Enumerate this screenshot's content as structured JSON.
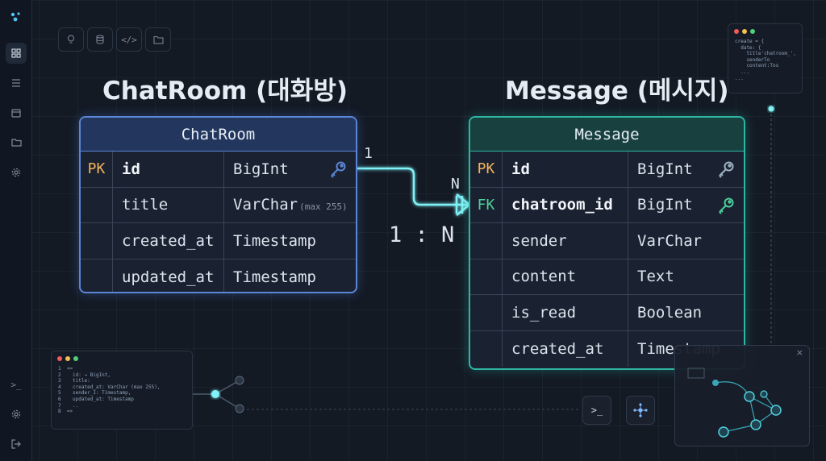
{
  "sidebar": {
    "logo_icon": "logo-icon",
    "items": [
      {
        "icon": "dashboard-icon",
        "active": true
      },
      {
        "icon": "list-icon"
      },
      {
        "icon": "calendar-icon"
      },
      {
        "icon": "folder-icon"
      },
      {
        "icon": "settings-icon"
      }
    ],
    "bottom_items": [
      {
        "icon": "terminal-icon"
      },
      {
        "icon": "settings-icon"
      },
      {
        "icon": "logout-icon"
      }
    ]
  },
  "toolbar": {
    "buttons": [
      {
        "icon": "lightbulb-icon"
      },
      {
        "icon": "database-icon"
      },
      {
        "icon": "code-icon"
      },
      {
        "icon": "folder-icon"
      }
    ]
  },
  "headings": {
    "chatroom": "ChatRoom (대화방)",
    "message": "Message (메시지)"
  },
  "chatroom_table": {
    "title": "ChatRoom",
    "rows": [
      {
        "key": "PK",
        "name": "id",
        "type": "BigInt",
        "type_note": "",
        "key_icon": true
      },
      {
        "key": "",
        "name": "title",
        "type": "VarChar",
        "type_note": "(max 255)",
        "key_icon": false
      },
      {
        "key": "",
        "name": "created_at",
        "type": "Timestamp",
        "type_note": "",
        "key_icon": false
      },
      {
        "key": "",
        "name": "updated_at",
        "type": "Timestamp",
        "type_note": "",
        "key_icon": false
      }
    ]
  },
  "message_table": {
    "title": "Message",
    "rows": [
      {
        "key": "PK",
        "name": "id",
        "type": "BigInt",
        "key_icon": true
      },
      {
        "key": "FK",
        "name": "chatroom_id",
        "type": "BigInt",
        "key_icon": true
      },
      {
        "key": "",
        "name": "sender",
        "type": "VarChar",
        "key_icon": false
      },
      {
        "key": "",
        "name": "content",
        "type": "Text",
        "key_icon": false
      },
      {
        "key": "",
        "name": "is_read",
        "type": "Boolean",
        "key_icon": false
      },
      {
        "key": "",
        "name": "created_at",
        "type": "Timestamp",
        "key_icon": false
      }
    ]
  },
  "relationship": {
    "one_label": "1",
    "many_label": "N",
    "cardinality": "1 : N"
  },
  "code_window_top": {
    "lines": [
      "create = {",
      "  date: {",
      "    title'chatroom_',",
      "    senderTo",
      "    content:Tos",
      "  ...",
      "..."
    ]
  },
  "code_window_bottom": {
    "lines": [
      "1  <=",
      "2    id: → BigInt,",
      "3    title:",
      "4    created_at: VarChar (max 255),",
      "5    sender_I: Timestamp,",
      "6    updated_at: Timestamp",
      "7    ..",
      "8  =>"
    ]
  },
  "bottom_buttons": [
    {
      "icon": "terminal-icon",
      "label": ">_"
    },
    {
      "icon": "network-icon"
    }
  ],
  "panel": {
    "close": "×"
  },
  "colors": {
    "chatroom_border": "#5b86d6",
    "message_border": "#2fb5a3",
    "pk": "#f0b35a",
    "fk": "#4ccf9a",
    "connector": "#7ff3f8"
  }
}
